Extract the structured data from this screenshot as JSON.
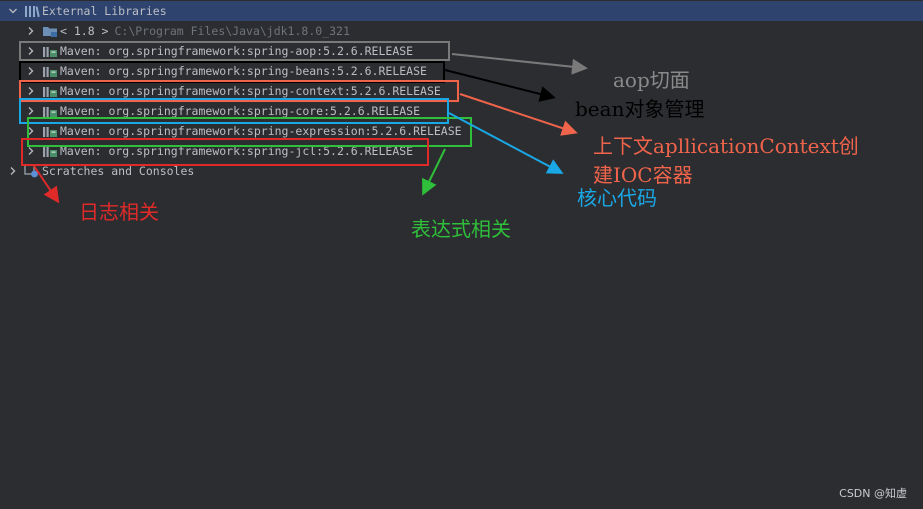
{
  "tree": {
    "header": {
      "label": "External Libraries",
      "icon": "library-icon"
    },
    "jdk": {
      "label": "< 1.8 >",
      "path": "C:\\Program Files\\Java\\jdk1.8.0_321",
      "icon": "jdk-folder-icon"
    },
    "libraries": [
      {
        "label": "Maven: org.springframework:spring-aop:5.2.6.RELEASE"
      },
      {
        "label": "Maven: org.springframework:spring-beans:5.2.6.RELEASE"
      },
      {
        "label": "Maven: org.springframework:spring-context:5.2.6.RELEASE"
      },
      {
        "label": "Maven: org.springframework:spring-core:5.2.6.RELEASE"
      },
      {
        "label": "Maven: org.springframework:spring-expression:5.2.6.RELEASE"
      },
      {
        "label": "Maven: org.springframework:spring-jcl:5.2.6.RELEASE"
      }
    ],
    "scratches": {
      "label": "Scratches and Consoles",
      "icon": "scratches-icon"
    }
  },
  "annotations": {
    "aop": {
      "text": "aop切面",
      "color": "#8a8a8a"
    },
    "beans": {
      "text": "bean对象管理",
      "color": "#000000"
    },
    "context_line1": {
      "text": "上下文apllicationContext创",
      "color": "#f0644b"
    },
    "context_line2": {
      "text": "建IOC容器",
      "color": "#f0644b"
    },
    "core": {
      "text": "核心代码",
      "color": "#1aa7e6"
    },
    "expression": {
      "text": "表达式相关",
      "color": "#2fbf3a"
    },
    "jcl": {
      "text": "日志相关",
      "color": "#e02a2a"
    }
  },
  "watermark": {
    "text": "CSDN @知虚"
  },
  "colors": {
    "background": "#2b2d30",
    "selection": "#2e436e",
    "text": "#bcbec4"
  }
}
